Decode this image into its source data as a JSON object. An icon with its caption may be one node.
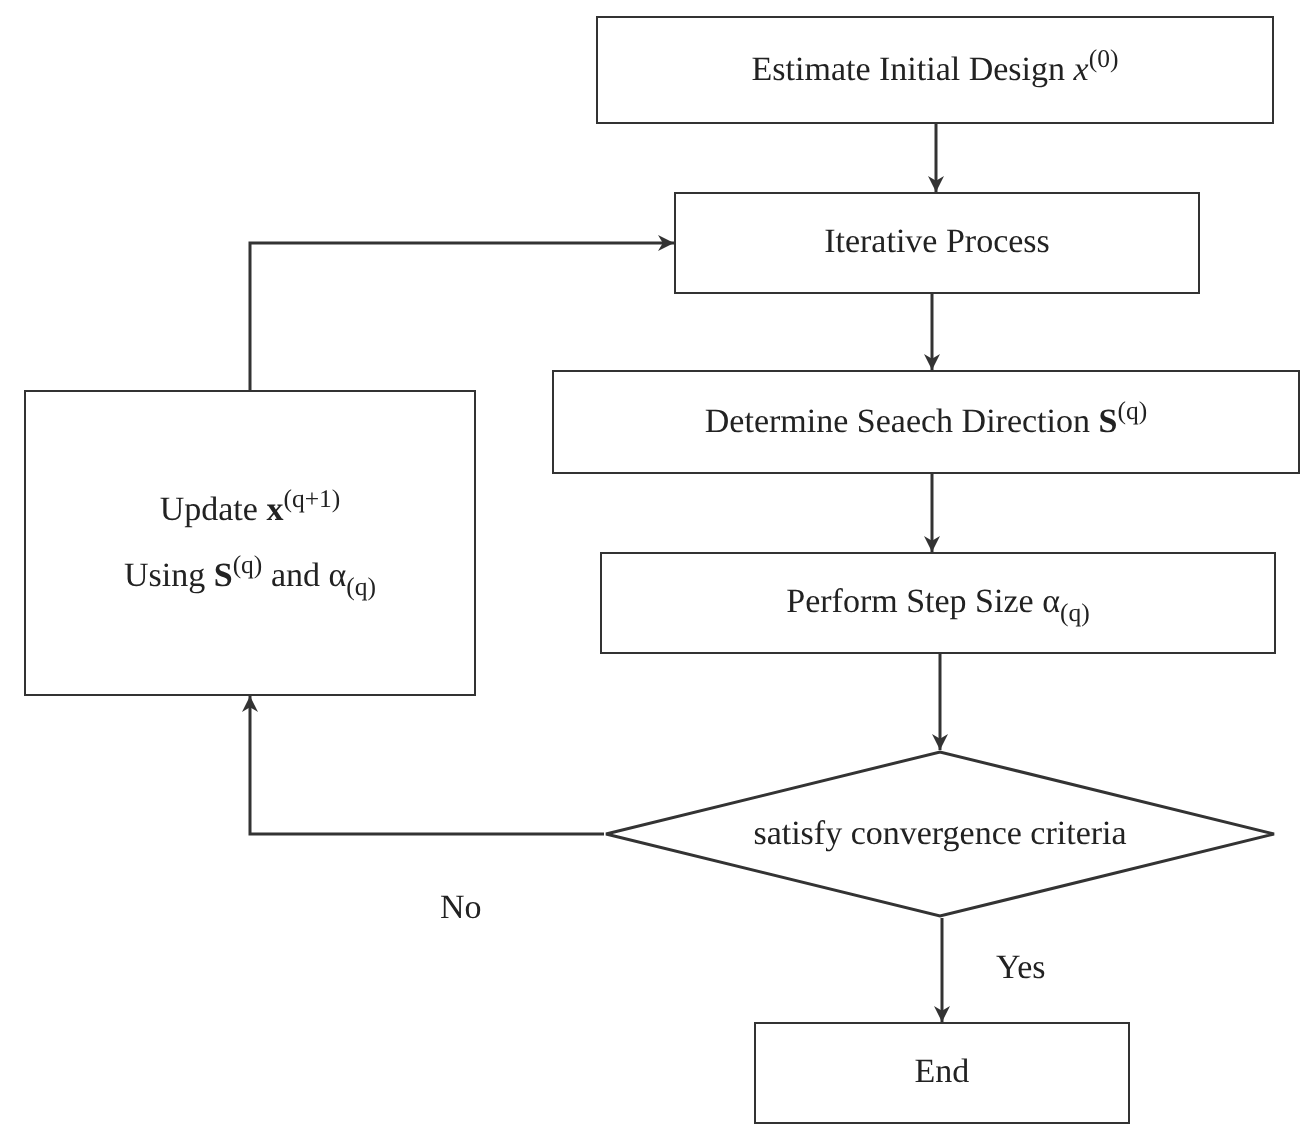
{
  "diagram": {
    "nodes": [
      {
        "text": [
          "Estimate Initial Design *x*$^{(0)}$"
        ]
      },
      {
        "text": [
          "Iterative Process"
        ]
      },
      {
        "text": [
          "Determine Seaech Direction **S**$^{(q)}$"
        ]
      },
      {
        "text": [
          "Perform Step Size α$_{(q)}$"
        ]
      },
      {
        "text": [
          "satisfy convergence criteria"
        ]
      },
      {
        "text": [
          "End"
        ]
      },
      {
        "text": [
          "Update **x**$^{(q+1)}$",
          "Using **S**$^{(q)}$ and α$_{(q)}$"
        ]
      }
    ],
    "edges": [
      {
        "from": 0,
        "to": 1,
        "arrow": "to"
      },
      {
        "from": 1,
        "to": 2,
        "arrow": "to"
      },
      {
        "from": 2,
        "to": 3,
        "arrow": "to"
      },
      {
        "from": 3,
        "to": 4,
        "arrow": "to"
      },
      {
        "from": 4,
        "to": 5,
        "label": "Yes",
        "arrow": "to"
      },
      {
        "from": 4,
        "to": 6,
        "label": "No",
        "arrow": "to"
      },
      {
        "from": 6,
        "to": 1,
        "arrow": "to"
      }
    ]
  }
}
